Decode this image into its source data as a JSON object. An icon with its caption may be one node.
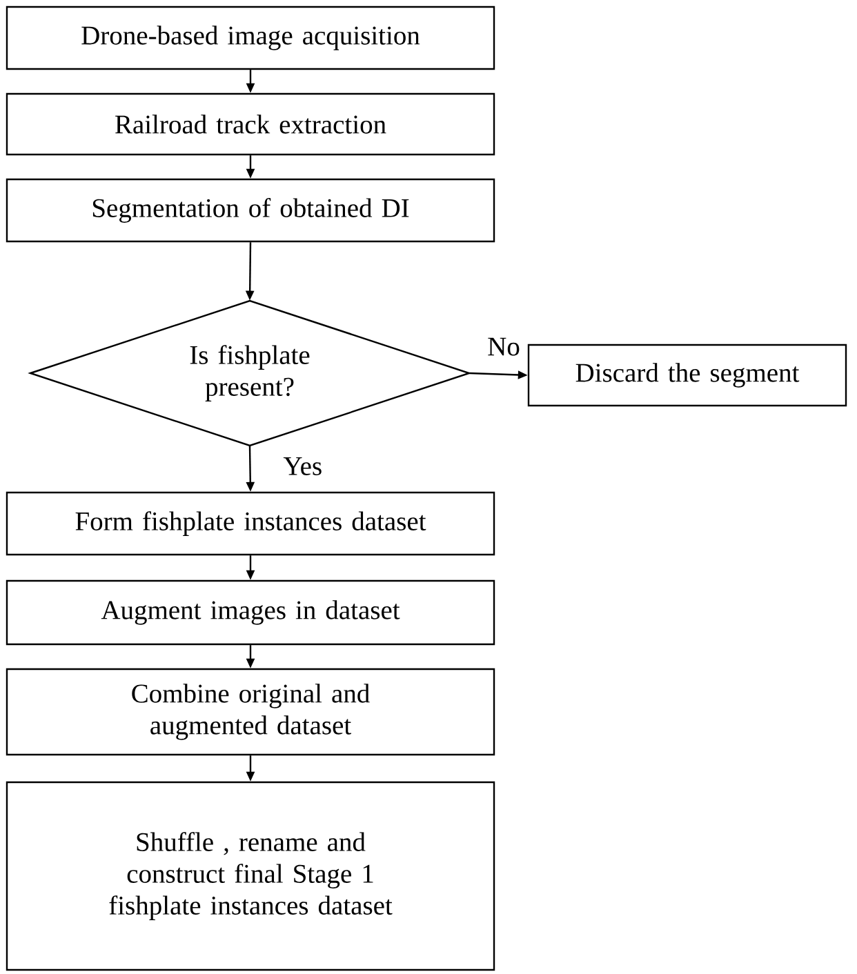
{
  "diagram": {
    "nodes": [
      {
        "text": [
          "Drone-based image acquisition"
        ]
      },
      {
        "text": [
          "Railroad track extraction"
        ]
      },
      {
        "text": [
          "Segmentation of obtained DI"
        ]
      },
      {
        "text": [
          "Is fishplate present?"
        ]
      },
      {
        "text": [
          "Discard the segment"
        ]
      },
      {
        "text": [
          "Form fishplate instances dataset"
        ]
      },
      {
        "text": [
          "Augment images in dataset"
        ]
      },
      {
        "text": [
          "Combine original and augmented dataset"
        ]
      },
      {
        "text": [
          "Shuffle , rename and construct final Stage 1 fishplate instances dataset"
        ]
      }
    ],
    "edges": [
      {
        "from": 0,
        "to": 1,
        "arrow": "to"
      },
      {
        "from": 1,
        "to": 2,
        "arrow": "to"
      },
      {
        "from": 2,
        "to": 3,
        "arrow": "to"
      },
      {
        "from": 3,
        "to": 4,
        "arrow": "to",
        "label": "No"
      },
      {
        "from": 3,
        "to": 5,
        "arrow": "to",
        "label": "Yes"
      },
      {
        "from": 5,
        "to": 6,
        "arrow": "to"
      },
      {
        "from": 6,
        "to": 7,
        "arrow": "to"
      },
      {
        "from": 7,
        "to": 8,
        "arrow": "to"
      }
    ]
  }
}
